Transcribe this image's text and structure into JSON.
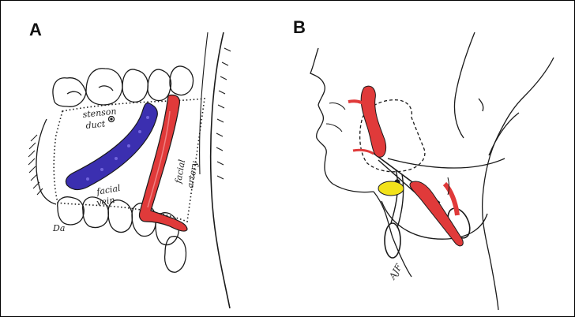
{
  "panels": [
    {
      "letter": "A"
    },
    {
      "letter": "B"
    }
  ],
  "labels": {
    "stenson_duct_1": "stenson",
    "stenson_duct_2": "duct",
    "facial_vein_1": "facial",
    "facial_vein_2": "vein",
    "facial_artery_1": "facial",
    "facial_artery_2": "artery"
  },
  "signatures": {
    "a": "Da",
    "b": "AJF"
  },
  "colors": {
    "artery": "#e03a3a",
    "vein": "#3b2fb0",
    "gland": "#f2e21a",
    "ink": "#1a1a1a"
  }
}
